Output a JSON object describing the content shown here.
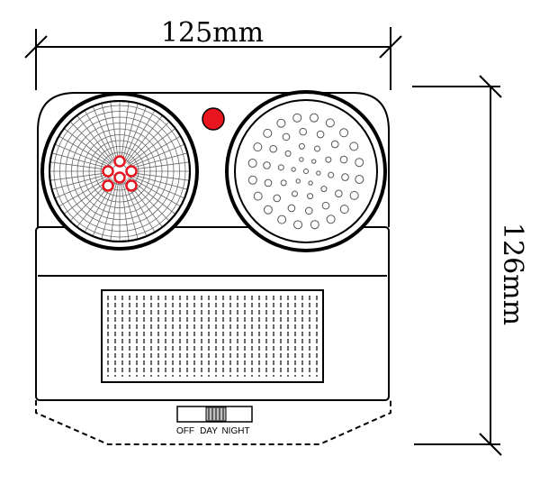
{
  "dimensions": {
    "width_label": "125mm",
    "height_label": "126mm"
  },
  "switch": {
    "off_label": "OFF",
    "day_label": "DAY",
    "night_label": "NIGHT"
  },
  "colors": {
    "indicator": "#e8141e",
    "ir_leds": "#e8141e",
    "line": "#000000"
  }
}
